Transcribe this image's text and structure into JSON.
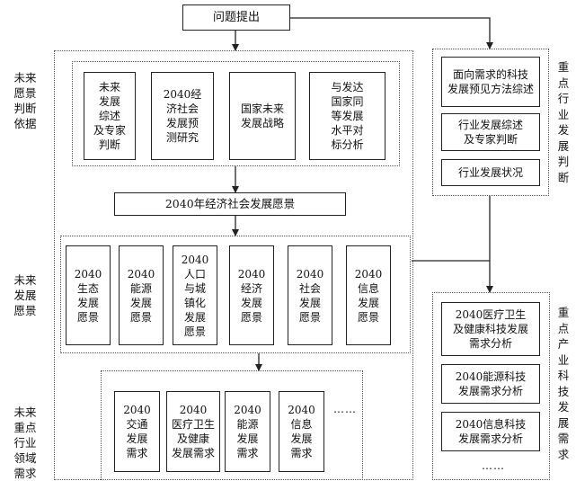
{
  "top": {
    "question": "问题提出"
  },
  "left_labels": {
    "basis": "未来\n愿景\n判断\n依据",
    "vision": "未来\n发展\n愿景",
    "needs": "未来\n重点\n行业\n领域\n需求"
  },
  "right_labels": {
    "industry_judge": "重\n点\n行\n业\n发\n展\n判\n断",
    "industry_needs": "重\n点\n产\n业\n科\n技\n发\n展\n需\n求"
  },
  "basis_boxes": [
    "未来\n发展\n综述\n及专家\n判断",
    "2040经\n济社会\n发展预\n测研究",
    "国家未来\n发展战略",
    "与发达\n国家同\n等发展\n水平对\n标分析"
  ],
  "vision_title": "2040年经济社会发展愿景",
  "vision_boxes": [
    "2040\n生态\n发展\n愿景",
    "2040\n能源\n发展\n愿景",
    "2040\n人口\n与城\n镇化\n发展\n愿景",
    "2040\n经济\n发展\n愿景",
    "2040\n社会\n发展\n愿景",
    "2040\n信息\n发展\n愿景"
  ],
  "need_boxes": [
    "2040\n交通\n发展\n需求",
    "2040\n医疗卫生\n及健康\n发展需求",
    "2040\n能源\n发展\n需求",
    "2040\n信息\n发展\n需求"
  ],
  "need_more": "……",
  "right_judge_boxes": [
    "面向需求的科技\n发展预见方法综述",
    "行业发展综述\n及专家判断",
    "行业发展状况"
  ],
  "right_need_boxes": [
    "2040医疗卫生\n及健康科技发展\n需求分析",
    "2040能源科技\n发展需求分析",
    "2040信息科技\n发展需求分析"
  ],
  "right_more": "……"
}
